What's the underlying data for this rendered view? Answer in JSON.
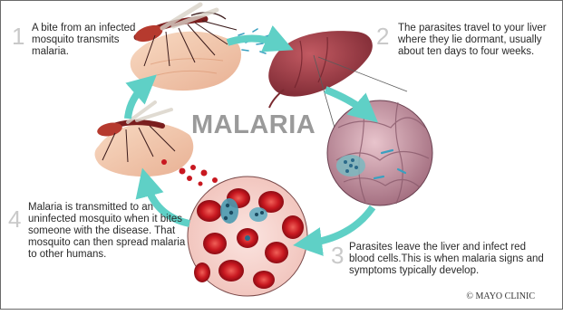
{
  "title": "MALARIA",
  "steps": [
    {
      "number": "1",
      "text": "A bite from an infected mosquito transmits malaria."
    },
    {
      "number": "2",
      "text": "The parasites travel to your liver where they lie dormant, usually about ten days to four weeks."
    },
    {
      "number": "3",
      "text": "Parasites leave the liver and infect red blood cells.This is when malaria signs and symptoms typically develop."
    },
    {
      "number": "4",
      "text": "Malaria is transmitted to an uninfected mosquito when it bites someone with the disease. That mosquito can then spread malaria to other humans."
    }
  ],
  "credit": "© MAYO CLINIC",
  "colors": {
    "arrow": "#5fd0c6",
    "liver": "#a8404a",
    "blood_cell": "#c8202a",
    "skin": "#f2c8a8",
    "cell_tissue": "#c99aa8",
    "parasite": "#3aa0c0"
  }
}
